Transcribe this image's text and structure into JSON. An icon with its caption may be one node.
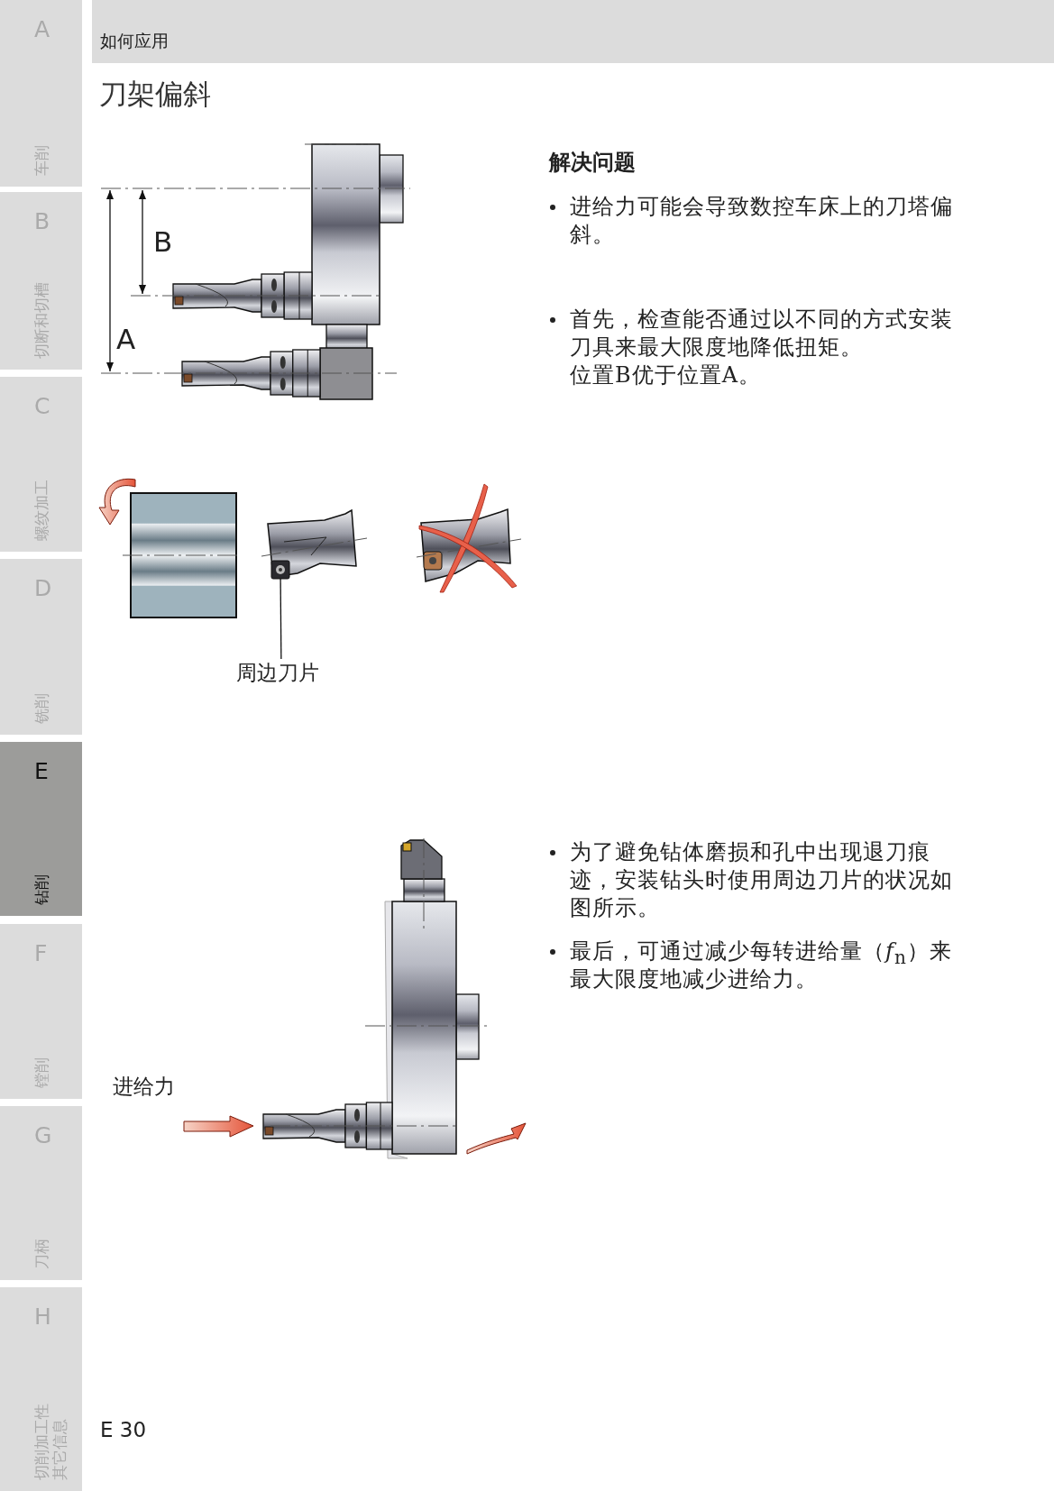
{
  "diagram": {
    "title": "刀架偏斜",
    "nodes": [
      {
        "text": [
          "周边刀片"
        ]
      },
      {
        "text": [],
        "shape": "picture"
      }
    ],
    "edges": [
      {
        "from": 0,
        "to": 1,
        "arrow": "none"
      }
    ],
    "labels": [
      "如何应用",
      "A",
      "车削",
      "B",
      "切断和切槽",
      "C",
      "螺纹加工",
      "D",
      "铣削",
      "E",
      "钻削",
      "F",
      "镗削",
      "G",
      "刀柄",
      "H",
      "切削加工性其它信息",
      "B",
      "A",
      "进给力",
      "解决问题",
      "进给力可能会导致数控车床上的刀塔偏斜。",
      "首先，检查能否通过以不同的方式安装刀具来最大限度地降低扭矩。",
      "位置B优于位置A。",
      "为了避免钻体磨损和孔中出现退刀痕迹，安装钻头时使用周边刀片的状况如图所示。",
      "最后，可通过减少每转进给量（*f*$_{n}$）来最大限度地减少进给力。",
      "E 30"
    ]
  }
}
